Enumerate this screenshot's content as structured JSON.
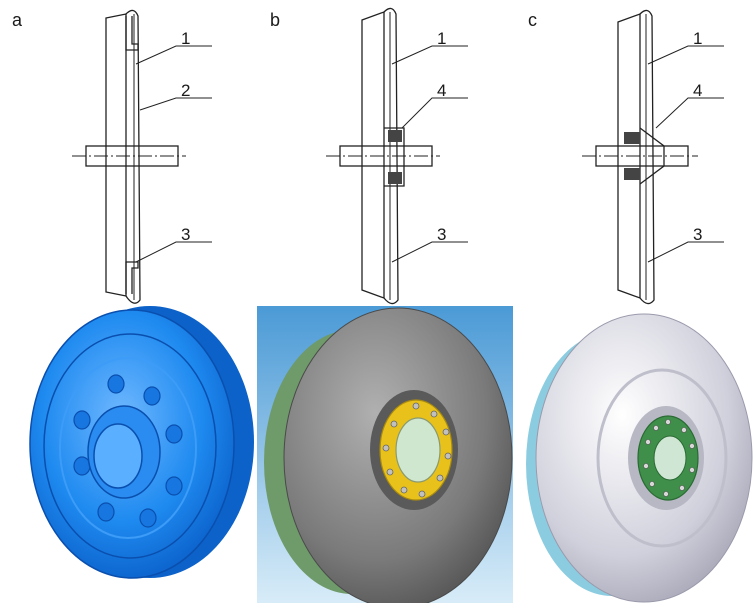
{
  "panels": [
    {
      "id": "a",
      "letter": "a",
      "labels": [
        "1",
        "2",
        "3"
      ],
      "render_color": "#1e90ff"
    },
    {
      "id": "b",
      "letter": "b",
      "labels": [
        "1",
        "4",
        "3"
      ],
      "render_color": "#7a7a7a",
      "hub_color": "#e8c21a",
      "background": "#5fa8d8"
    },
    {
      "id": "c",
      "letter": "c",
      "labels": [
        "1",
        "4",
        "3"
      ],
      "render_color": "#d6d6e0",
      "hub_color": "#3f8f4a",
      "rim_color": "#8ccce0"
    }
  ]
}
